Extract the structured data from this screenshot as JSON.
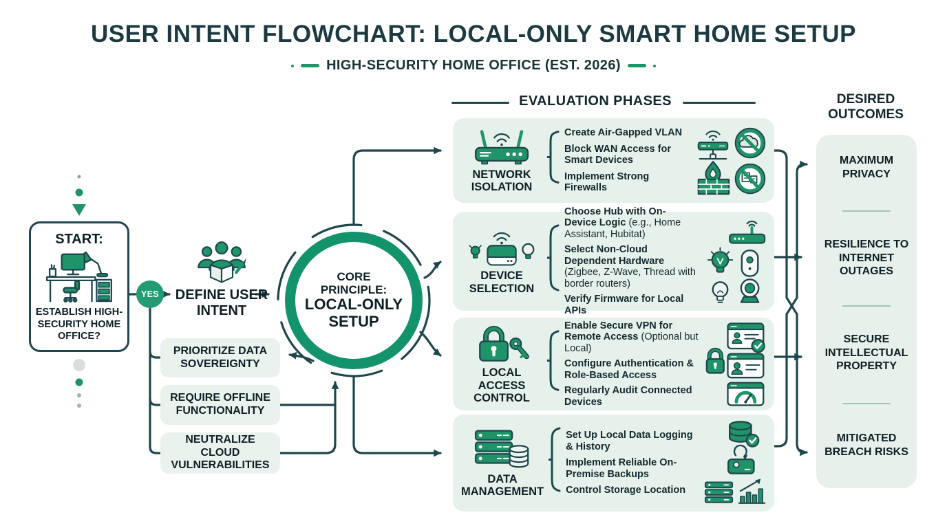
{
  "header": {
    "title": "USER INTENT FLOWCHART: LOCAL-ONLY SMART HOME SETUP",
    "subtitle": "HIGH-SECURITY HOME OFFICE (EST. 2026)"
  },
  "colors": {
    "accent_green": "#1f9468",
    "ring_green": "#13936c",
    "dark_teal": "#1e464e",
    "mint_panel": "#e7f1eb",
    "divider_green": "#9fc6b6"
  },
  "flow": {
    "start": {
      "heading": "START:",
      "question": "ESTABLISH HIGH-SECURITY HOME OFFICE?",
      "icon": "desk-workspace-icon"
    },
    "decision_label": "YES",
    "define_intent": {
      "label": "DEFINE USER INTENT",
      "icon": "people-reading-icon"
    },
    "core_principle": {
      "line1": "CORE",
      "line2": "PRINCIPLE:",
      "line3": "LOCAL-ONLY",
      "line4": "SETUP"
    },
    "intent_requirements": [
      "PRIORITIZE DATA SOVEREIGNTY",
      "REQUIRE OFFLINE FUNCTIONALITY",
      "NEUTRALIZE CLOUD VULNERABILITIES"
    ]
  },
  "evaluation": {
    "header": "EVALUATION PHASES",
    "phases": [
      {
        "name": "NETWORK ISOLATION",
        "icon": "router-icon",
        "items": [
          {
            "bold": "Create Air-Gapped VLAN",
            "normal": ""
          },
          {
            "bold": "Block WAN Access for Smart Devices",
            "normal": ""
          },
          {
            "bold": "Implement Strong Firewalls",
            "normal": ""
          }
        ],
        "right_icons": [
          "access-point-icon",
          "no-cloud-icon",
          "firewall-icon",
          "no-device-icon"
        ]
      },
      {
        "name": "DEVICE SELECTION",
        "icon": "smart-hub-icon",
        "items": [
          {
            "bold": "Choose Hub with On-Device Logic",
            "normal": " (e.g., Home Assistant, Hubitat)"
          },
          {
            "bold": "Select Non-Cloud Dependent Hardware",
            "normal": " (Zigbee, Z-Wave, Thread with border routers)"
          },
          {
            "bold": "Verify Firmware for Local APIs",
            "normal": ""
          }
        ],
        "right_icons": [
          "router-small-icon",
          "smart-bulb-icon",
          "sensor-icon",
          "bulb-icon",
          "camera-icon"
        ]
      },
      {
        "name": "LOCAL ACCESS CONTROL",
        "icon": "lock-key-icon",
        "items": [
          {
            "bold": "Enable Secure VPN for Remote Access",
            "normal": " (Optional but Local)"
          },
          {
            "bold": "Configure Authentication & Role-Based Access",
            "normal": ""
          },
          {
            "bold": "Regularly Audit Connected Devices",
            "normal": ""
          }
        ],
        "right_icons": [
          "id-card-check-icon",
          "padlock-icon",
          "id-card-icon",
          "gauge-icon"
        ]
      },
      {
        "name": "DATA MANAGEMENT",
        "icon": "server-database-icon",
        "items": [
          {
            "bold": "Set Up Local Data Logging & History",
            "normal": ""
          },
          {
            "bold": "Implement Reliable On-Premise Backups",
            "normal": ""
          },
          {
            "bold": "Control Storage Location",
            "normal": ""
          }
        ],
        "right_icons": [
          "database-check-icon",
          "backup-drive-icon",
          "server-rack-icon",
          "growth-chart-icon"
        ]
      }
    ]
  },
  "outcomes": {
    "header": "DESIRED OUTCOMES",
    "items": [
      "MAXIMUM PRIVACY",
      "RESILIENCE TO INTERNET OUTAGES",
      "SECURE INTELLECTUAL PROPERTY",
      "MITIGATED BREACH RISKS"
    ]
  }
}
